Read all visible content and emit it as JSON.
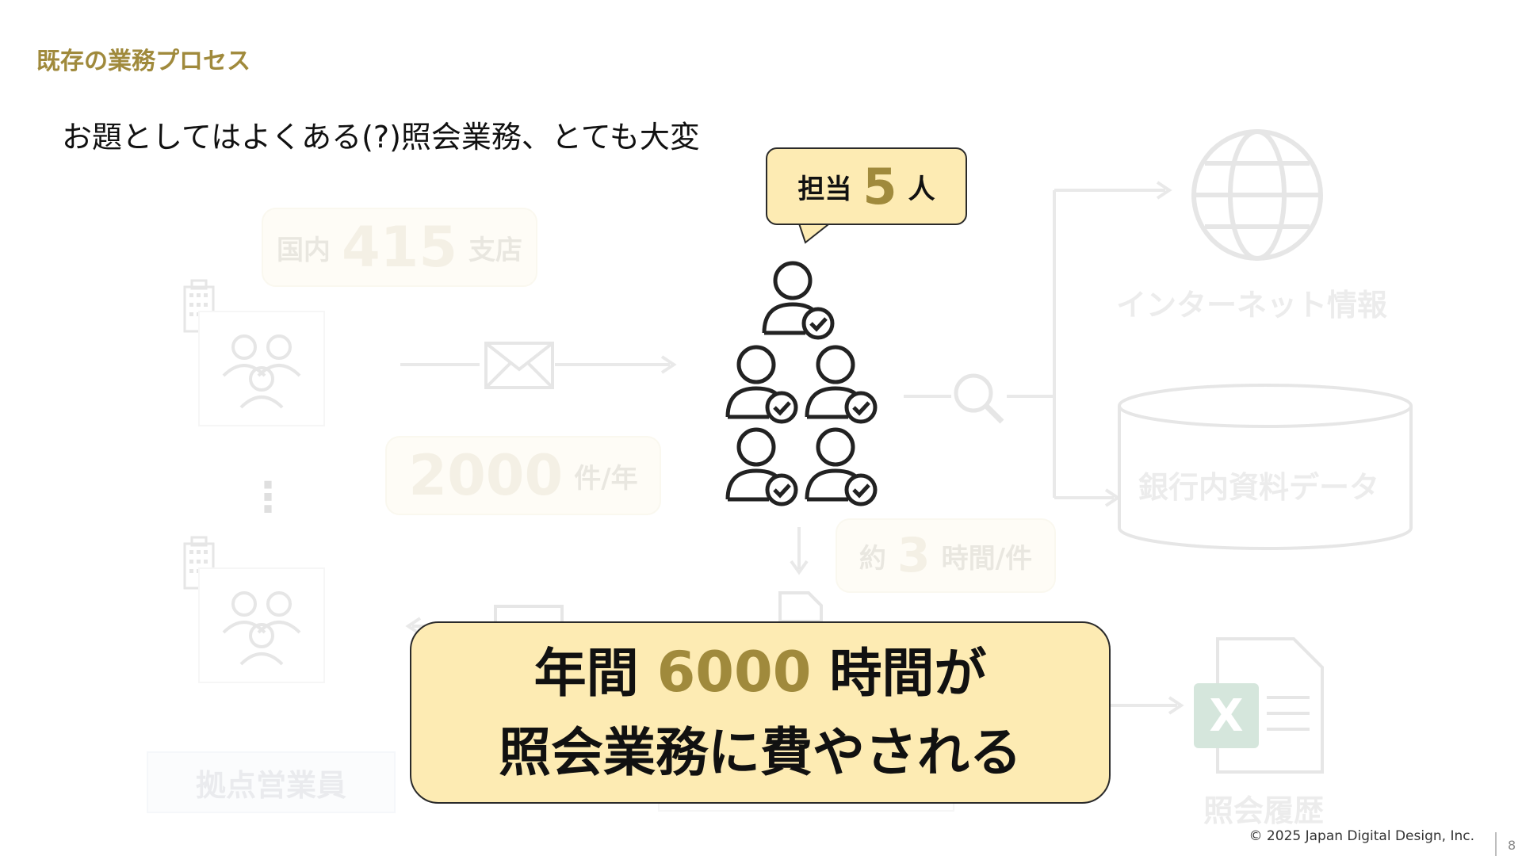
{
  "slide": {
    "section_title": "既存の業務プロセス",
    "subtitle": "お題としてはよくある(?)照会業務、とても大変",
    "footer_copyright": "© 2025 Japan Digital Design, Inc.",
    "page_number": "8"
  },
  "diagram": {
    "branches_bubble": {
      "prefix": "国内",
      "number": "415",
      "suffix": "支店"
    },
    "requests_bubble": {
      "number": "2000",
      "suffix": "件/年"
    },
    "time_bubble": {
      "prefix": "約",
      "number": "3",
      "suffix": "時間/件"
    },
    "staff_bubble": {
      "prefix": "担当",
      "number": "5",
      "suffix": "人"
    },
    "source_internet": "インターネット情報",
    "source_bank_data": "銀行内資料データ",
    "history_label": "照会履歴",
    "sales_label": "拠点営業員",
    "ellipsis": "⋮"
  },
  "callout": {
    "line1_prefix": "年間",
    "line1_number": "6000",
    "line1_suffix": "時間が",
    "line2": "照会業務に費やされる"
  },
  "colors": {
    "accent_gold": "#a08a3c",
    "callout_fill": "#fdebb3",
    "text_dark": "#111111"
  }
}
